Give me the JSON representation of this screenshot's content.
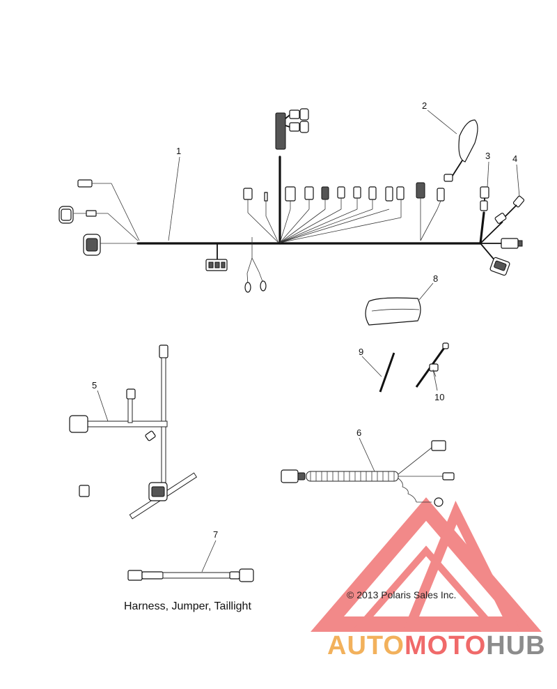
{
  "callouts": [
    "1",
    "2",
    "3",
    "4",
    "5",
    "6",
    "7",
    "8",
    "9",
    "10"
  ],
  "caption": "Harness, Jumper, Taillight",
  "copyright": "© 2013 Polaris Sales Inc.",
  "watermark": {
    "part1": "AUTO",
    "part2": "MOTO",
    "part3": "HUB",
    "colors": {
      "auto": "#f2b15c",
      "moto": "#f06a6a",
      "hub": "#8c8c8c",
      "mark": "#f07575"
    }
  }
}
